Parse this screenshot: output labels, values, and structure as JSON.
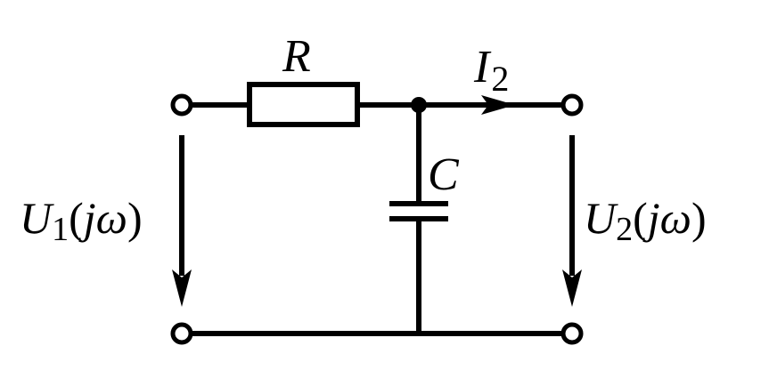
{
  "labels": {
    "resistor": "R",
    "capacitor": "C",
    "current": {
      "symbol": "I",
      "subscript": "2"
    },
    "input_voltage": {
      "symbol": "U",
      "subscript": "1",
      "open": "(",
      "var": "jω",
      "close": ")"
    },
    "output_voltage": {
      "symbol": "U",
      "subscript": "2",
      "open": "(",
      "var": "jω",
      "close": ")"
    }
  },
  "colors": {
    "stroke": "#000000",
    "background": "#ffffff"
  }
}
